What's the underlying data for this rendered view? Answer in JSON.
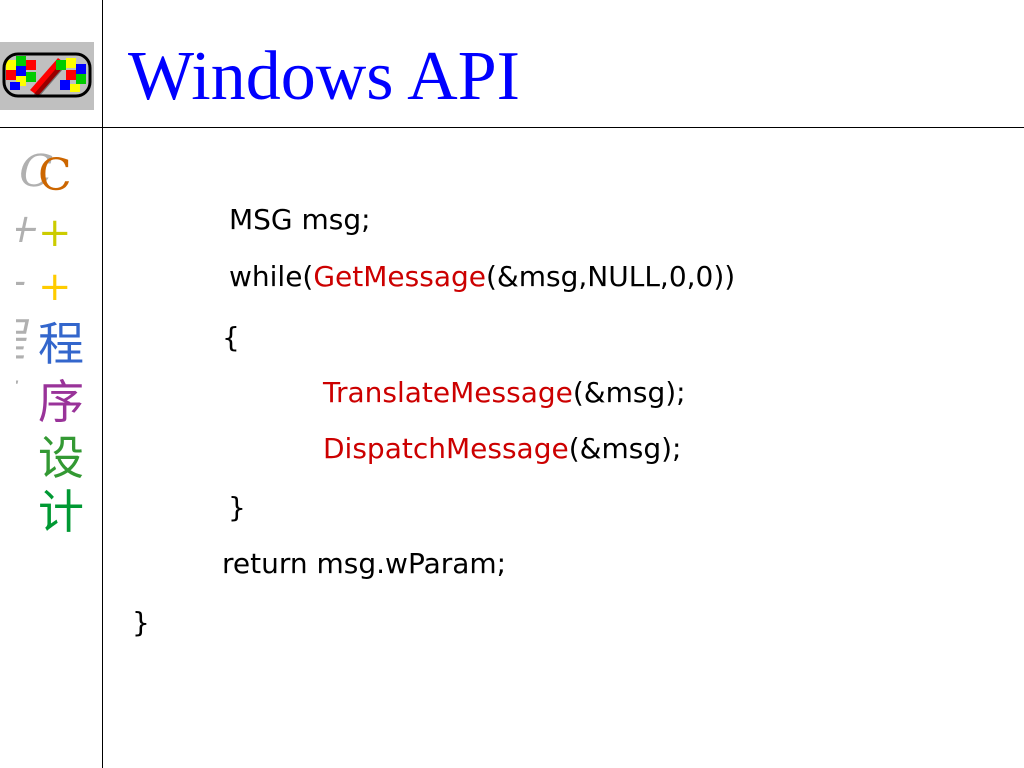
{
  "slide": {
    "title": "Windows API",
    "side_label": {
      "chars": [
        "C",
        "+",
        "+",
        "程",
        "序",
        "设",
        "计"
      ],
      "colors": [
        "#cc6600",
        "#cccc00",
        "#ffcc00",
        "#3366cc",
        "#993399",
        "#339933",
        "#009933"
      ]
    },
    "logo": {
      "name": "windows-logo-icon"
    }
  },
  "code": {
    "line1": "MSG msg;",
    "line2_pre": "while(",
    "line2_fn": "GetMessage",
    "line2_post": "(&msg,NULL,0,0))",
    "line3": "{",
    "line4_fn": "TranslateMessage",
    "line4_post": "(&msg);",
    "line5_fn": "DispatchMessage",
    "line5_post": "(&msg);",
    "line6": "}",
    "line7": "return msg.wParam;",
    "line8": "}"
  },
  "colors": {
    "title": "#0000ff",
    "function_name": "#cc0000",
    "text": "#000000"
  }
}
